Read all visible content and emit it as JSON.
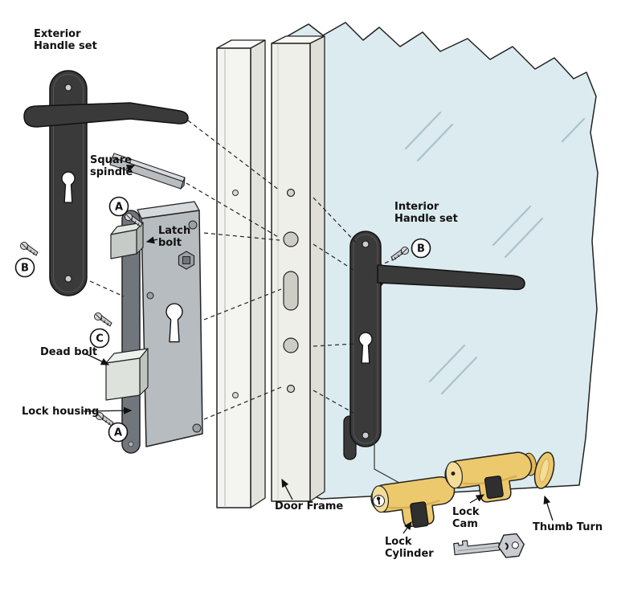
{
  "figure": {
    "subject": "Door lock hardware exploded diagram"
  },
  "labels": {
    "exterior_handle": {
      "line1": "Exterior",
      "line2": "Handle set"
    },
    "square_spindle": {
      "line1": "Square",
      "line2": "spindle"
    },
    "latch_bolt": {
      "line1": "Latch",
      "line2": "bolt"
    },
    "dead_bolt": {
      "text": "Dead bolt"
    },
    "lock_housing": {
      "text": "Lock housing"
    },
    "door_frame": {
      "text": "Door Frame"
    },
    "interior_handle": {
      "line1": "Interior",
      "line2": "Handle set"
    },
    "lock_cylinder": {
      "line1": "Lock",
      "line2": "Cylinder"
    },
    "lock_cam": {
      "line1": "Lock",
      "line2": "Cam"
    },
    "thumb_turn": {
      "text": "Thumb Turn"
    }
  },
  "callouts": {
    "a_top": "A",
    "b_left": "B",
    "c_left": "C",
    "a_bottom": "A",
    "b_right": "B"
  },
  "colors": {
    "glass": "#dcebef",
    "glass_reflection": "#a8c3cb",
    "handle_dark": "#3a3a3a",
    "metal_body": "#b7bcc0",
    "metal_light": "#d8dcd9",
    "faceplate": "#70767c",
    "frame_white": "#f4f4f0",
    "brass": "#ecc96d",
    "brass_light": "#f4dd9a",
    "key_gray": "#c9ccd0",
    "outline": "#1a1a1a"
  }
}
